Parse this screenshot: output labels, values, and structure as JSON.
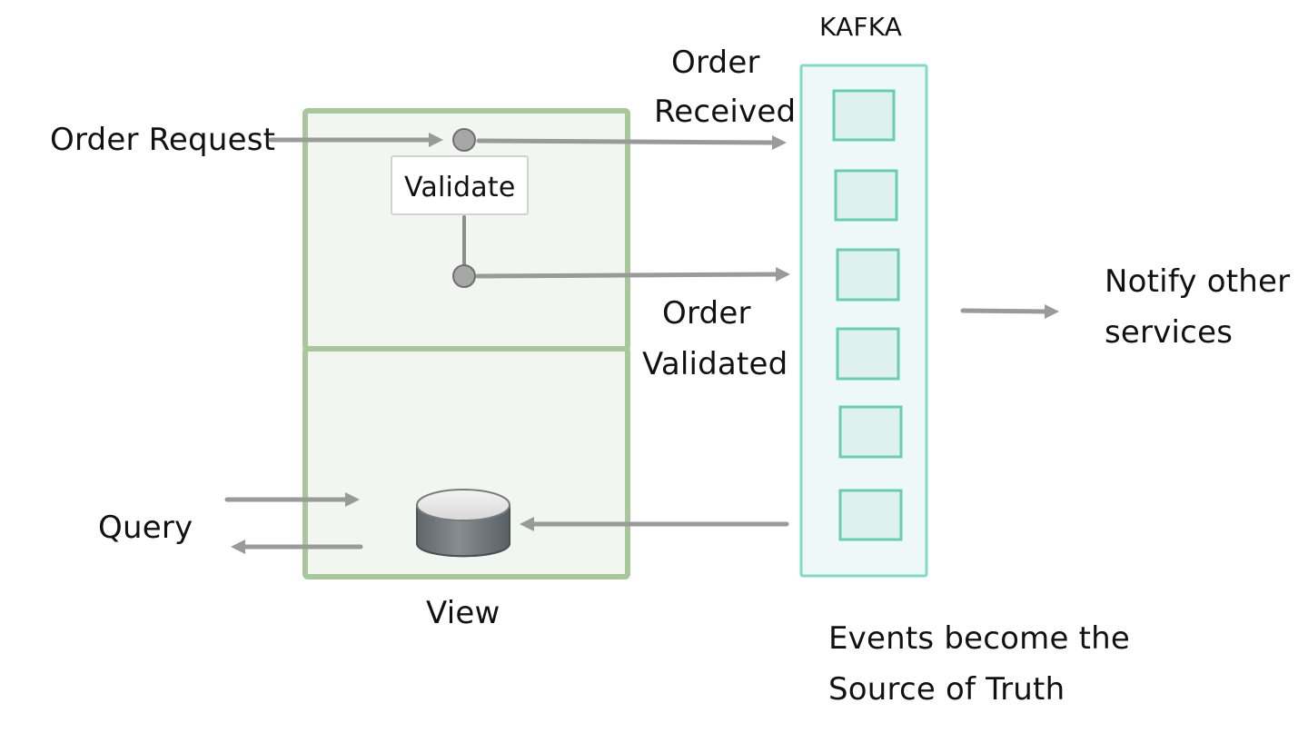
{
  "kafka": {
    "label": "KAFKA",
    "slots": 6
  },
  "service": {
    "validate_label": "Validate",
    "view_label": "View"
  },
  "inputs": {
    "order_request": "Order Request",
    "query": "Query"
  },
  "events": {
    "order_received_line1": "Order",
    "order_received_line2": "Received",
    "order_validated_line1": "Order",
    "order_validated_line2": "Validated"
  },
  "outputs": {
    "notify_line1": "Notify other",
    "notify_line2": "services"
  },
  "footer": {
    "line1": "Events become the",
    "line2": "Source of Truth"
  },
  "colors": {
    "service_border": "#a8c79b",
    "service_fill": "#f1f6f0",
    "kafka_border": "#7fdcc3",
    "kafka_fill": "#eef8f7",
    "arrow": "#9a9a9a",
    "database": "#7d858a"
  }
}
